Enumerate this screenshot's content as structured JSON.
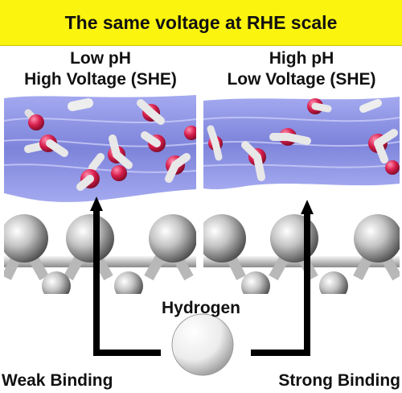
{
  "banner": {
    "text": "The same voltage at RHE scale"
  },
  "panels": {
    "left": {
      "line1": "Low pH",
      "line2": "High Voltage (SHE)",
      "binding_label": "Weak Binding"
    },
    "right": {
      "line1": "High pH",
      "line2": "Low Voltage (SHE)",
      "binding_label": "Strong Binding"
    }
  },
  "atom_label": "Hydrogen",
  "colors": {
    "banner": "#fbf40f",
    "water_band": "#7f86e0",
    "oxygen": "#d81e4d",
    "hydrogen_atom": "#f2f2f2",
    "metal": "#bdbdbd"
  }
}
